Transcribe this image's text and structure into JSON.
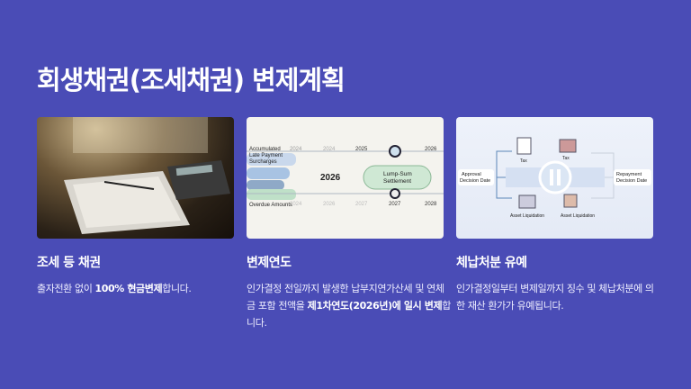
{
  "page": {
    "title": "회생채권(조세채권) 변제계획"
  },
  "columns": [
    {
      "heading": "조세 등 채권",
      "body_pre": "출자전환 없이 ",
      "body_bold": "100% 현금변제",
      "body_post": "합니다."
    },
    {
      "heading": "변제연도",
      "body_pre": "인가결정 전일까지 발생한 납부지연가산세 및 연체금 포함 전액을 ",
      "body_bold": "제1차연도(2026년)에 일시 변제",
      "body_post": "합니다."
    },
    {
      "heading": "체납처분 유예",
      "body": "인가결정일부터 변제일까지 징수 및 체납처분에 의한 재산 환가가 유예됩니다."
    }
  ],
  "timeline_image": {
    "label_surcharges": [
      "Accumulated",
      "Late Payment",
      "Surcharges"
    ],
    "label_overdue": "Overdue Amounts",
    "center_year": "2026",
    "settlement": [
      "Lump-Sum",
      "Settlement"
    ],
    "top_years": [
      "2024",
      "2024",
      "2025",
      "2026"
    ],
    "bottom_years": [
      "2024",
      "2026",
      "2027",
      "2027",
      "2028"
    ]
  },
  "flow_image": {
    "approval": [
      "Approval",
      "Decision Date"
    ],
    "repayment": [
      "Repayment",
      "Decision Date"
    ],
    "tax": "Tax",
    "asset": "Asset Liquidation"
  }
}
